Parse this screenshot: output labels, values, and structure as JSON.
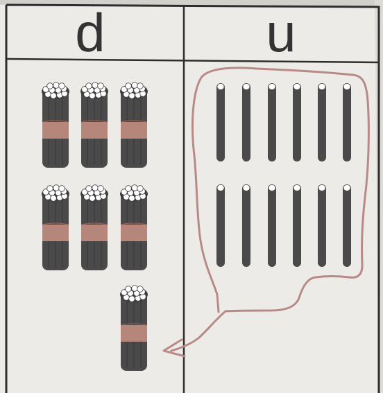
{
  "headers": {
    "left": "d",
    "right": "u"
  },
  "colors": {
    "page": "#ecebe8",
    "line": "#2d2d2d",
    "stick": "#4a4a4a",
    "band": "#b58679",
    "loop": "#b88a86"
  },
  "counts": {
    "bundles": 7,
    "loose_sticks": 12
  }
}
